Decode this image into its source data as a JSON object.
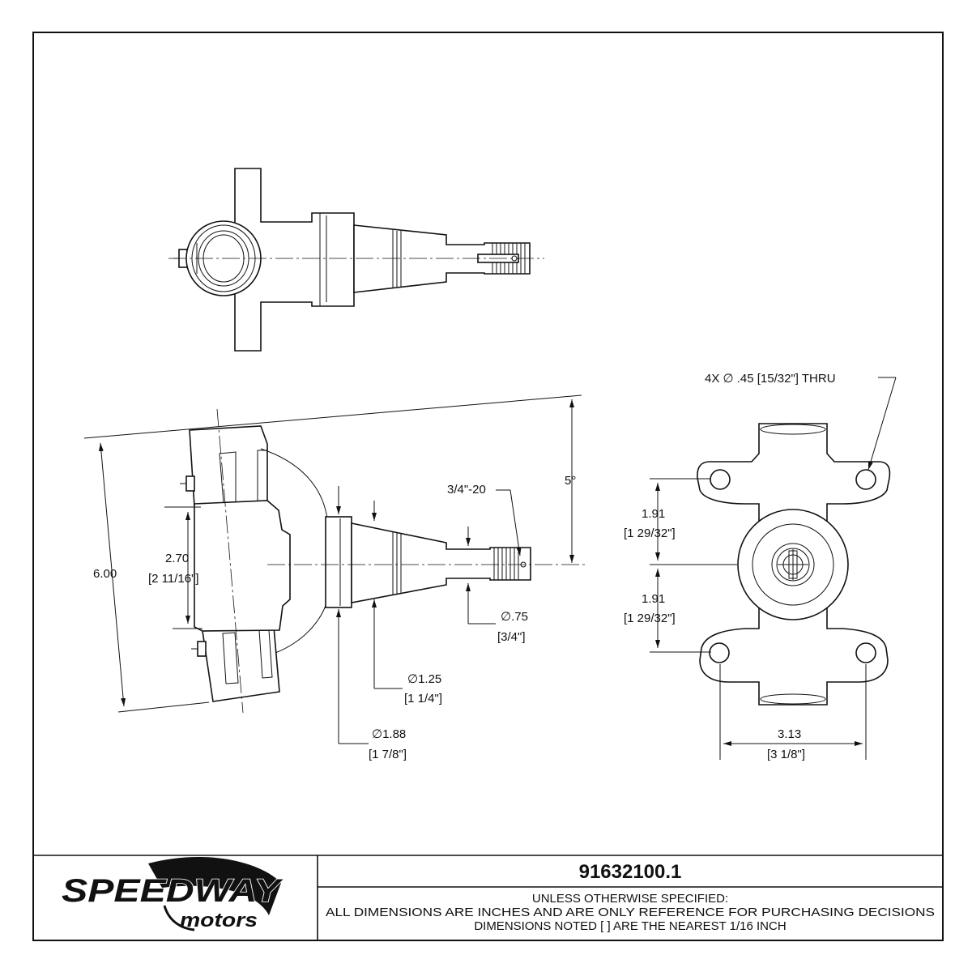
{
  "part_number": "91632100.1",
  "notes": [
    "UNLESS OTHERWISE SPECIFIED:",
    "ALL DIMENSIONS ARE INCHES AND ARE ONLY REFERENCE FOR PURCHASING DECISIONS",
    "DIMENSIONS NOTED [ ] ARE THE NEAREST 1/16 INCH"
  ],
  "logo": {
    "brand": "SPEEDWAY",
    "sub": "motors"
  },
  "dimensions": {
    "height_total": "6.00",
    "spindle_gap": "2.70",
    "spindle_gap_frac": "[2 11/16\"]",
    "angle": "5°",
    "thread": "3/4\"-20",
    "dia_075": "∅.75",
    "dia_075_frac": "[3/4\"]",
    "dia_125": "∅1.25",
    "dia_125_frac": "[1 1/4\"]",
    "dia_188": "∅1.88",
    "dia_188_frac": "[1 7/8\"]",
    "hole_note": "4X  ∅ .45 [15/32\"] THRU",
    "upper_191": "1.91",
    "upper_191_frac": "[1 29/32\"]",
    "lower_191": "1.91",
    "lower_191_frac": "[1 29/32\"]",
    "width_313": "3.13",
    "width_313_frac": "[3 1/8\"]"
  }
}
